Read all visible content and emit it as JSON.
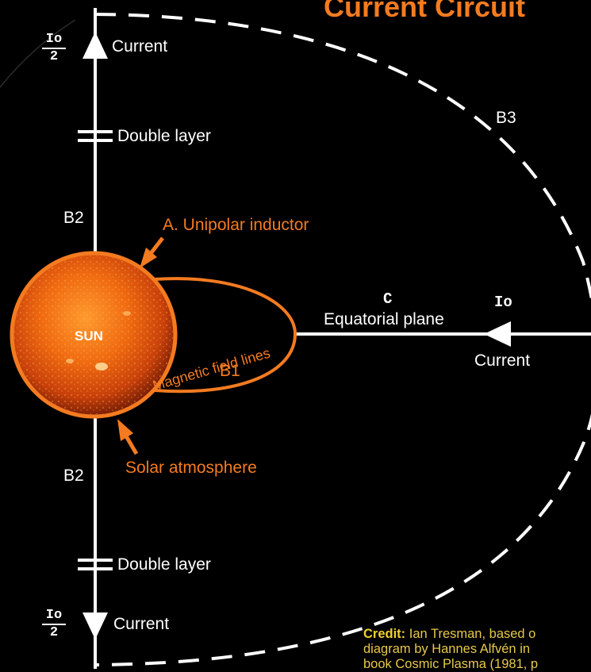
{
  "title": "Current Circuit",
  "labels": {
    "io_half_top_num": "Io",
    "io_half_top_den": "2",
    "current_top": "Current",
    "double_layer_top": "Double layer",
    "b3": "B3",
    "b2_top": "B2",
    "unipolar_inductor": "A. Unipolar inductor",
    "sun": "SUN",
    "c": "C",
    "io_right": "Io",
    "equatorial_plane": "Equatorial plane",
    "current_right": "Current",
    "b1": "B1",
    "magnetic_field_lines": "Magnetic field lines",
    "solar_atmosphere": "Solar atmosphere",
    "b2_bottom": "B2",
    "double_layer_bottom": "Double layer",
    "io_half_bottom_num": "Io",
    "io_half_bottom_den": "2",
    "current_bottom": "Current"
  },
  "credit": {
    "label": "Credit:",
    "text1": "Ian Tresman, based o",
    "text2": "diagram by Hannes Alfvén in",
    "text3": "book Cosmic Plasma (1981, p"
  },
  "colors": {
    "background": "#000000",
    "accent": "#f47b20",
    "lines": "#ffffff",
    "credit": "#e8c84a"
  }
}
